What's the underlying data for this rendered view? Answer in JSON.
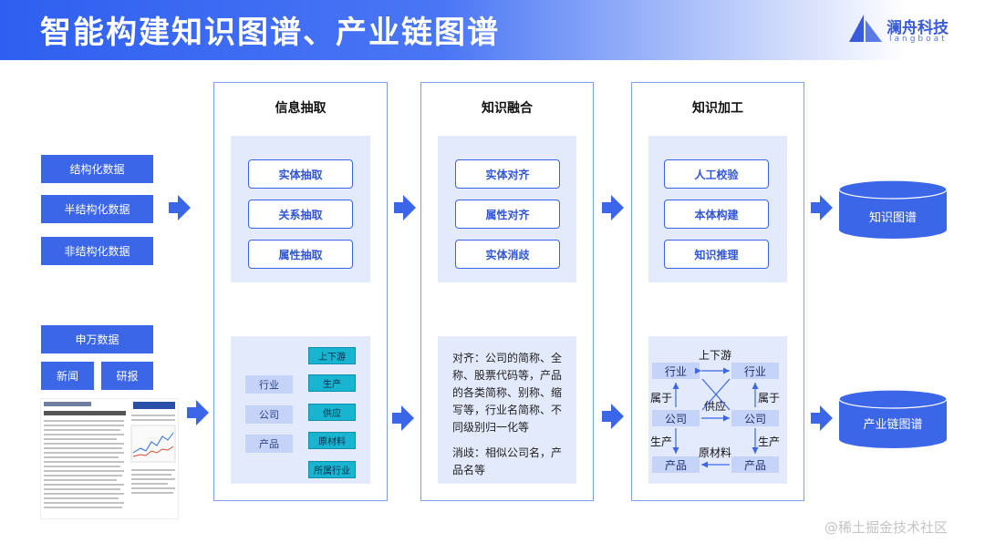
{
  "header": {
    "title": "智能构建知识图谱、产业链图谱",
    "logo_name": "澜舟科技",
    "logo_sub": "langboat"
  },
  "sources": {
    "structured": "结构化数据",
    "semi": "半结构化数据",
    "unstructured": "非结构化数据",
    "shenwan": "申万数据",
    "news": "新闻",
    "research": "研报"
  },
  "stage1": {
    "title": "信息抽取",
    "items": [
      "实体抽取",
      "关系抽取",
      "属性抽取"
    ],
    "entity_tags": [
      "行业",
      "公司",
      "产品"
    ],
    "relation_tags": [
      "上下游",
      "生产",
      "供应",
      "原材料",
      "所属行业"
    ]
  },
  "stage2": {
    "title": "知识融合",
    "items": [
      "实体对齐",
      "属性对齐",
      "实体消歧"
    ],
    "desc_align": "对齐：公司的简称、全称、股票代码等，产品的各类简称、别称、缩写等，行业名简称、不同级别归一化等",
    "desc_disamb": "消歧：相似公司名，产品名等"
  },
  "stage3": {
    "title": "知识加工",
    "items": [
      "人工校验",
      "本体构建",
      "知识推理"
    ],
    "graph": {
      "node_industry": "行业",
      "node_company": "公司",
      "node_product": "产品",
      "edge_updown": "上下游",
      "edge_belong": "属于",
      "edge_supply": "供应",
      "edge_produce": "生产",
      "edge_material": "原材料"
    }
  },
  "outputs": {
    "kg": "知识图谱",
    "industry_kg": "产业链图谱"
  },
  "watermark": "@稀土掘金技术社区",
  "colors": {
    "primary": "#3c66e8",
    "panel": "#e3eafc",
    "tag_green": "#19b4cf",
    "node": "#c6d3f8"
  }
}
